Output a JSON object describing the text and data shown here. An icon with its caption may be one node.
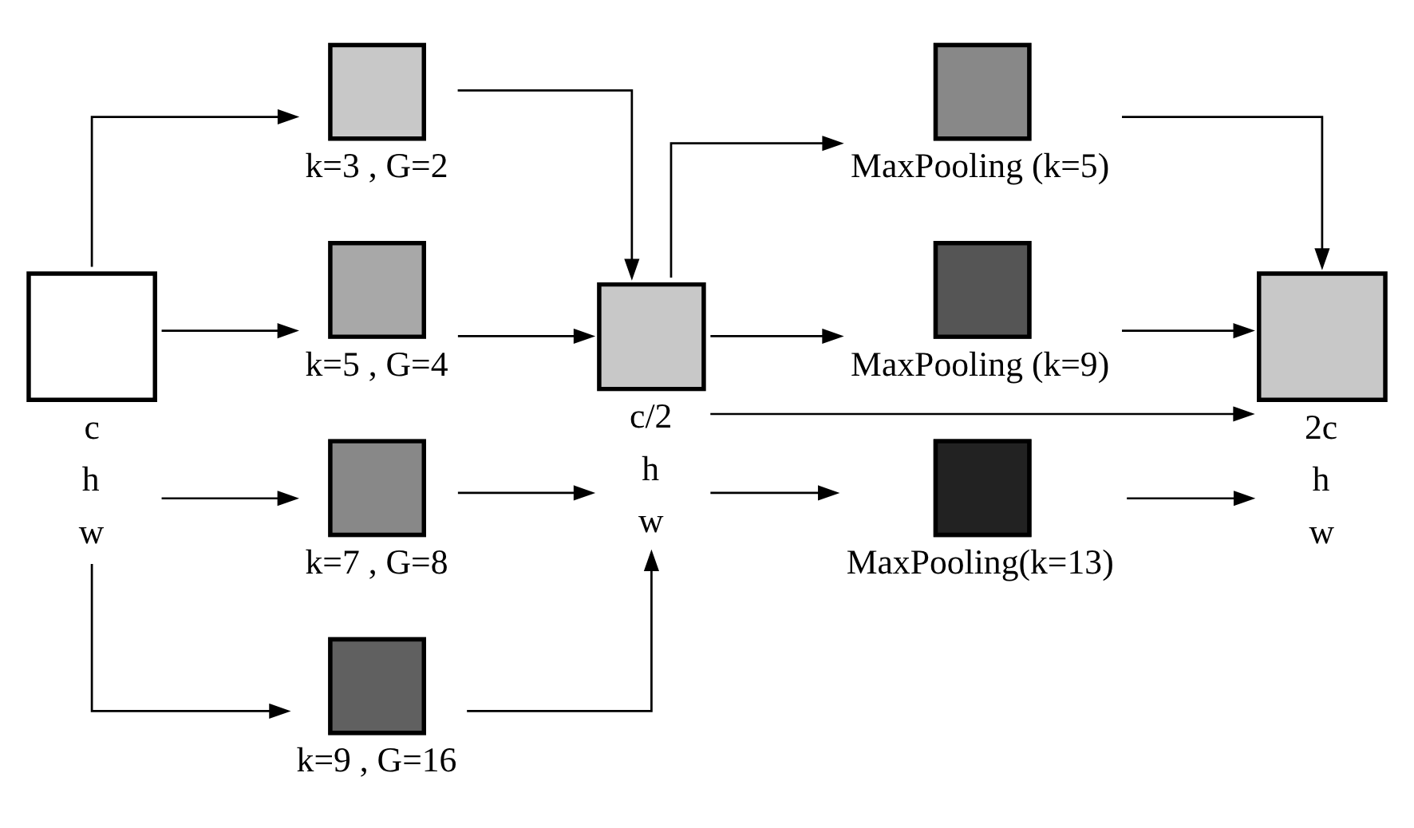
{
  "diagram": {
    "nodes": [
      {
        "text": [],
        "shape": "box",
        "beside": [
          "c",
          "h",
          "w"
        ]
      },
      {
        "text": [],
        "shape": "box",
        "beside": [
          "k=3 , G=2"
        ]
      },
      {
        "text": [],
        "shape": "box",
        "beside": [
          "k=5 , G=4"
        ]
      },
      {
        "text": [],
        "shape": "box",
        "beside": [
          "k=7 , G=8"
        ]
      },
      {
        "text": [],
        "shape": "box",
        "beside": [
          "k=9 , G=16"
        ]
      },
      {
        "text": [],
        "shape": "box",
        "beside": [
          "c/2",
          "h",
          "w"
        ]
      },
      {
        "text": [],
        "shape": "box",
        "beside": [
          "MaxPooling (k=5)"
        ]
      },
      {
        "text": [],
        "shape": "box",
        "beside": [
          "MaxPooling (k=9)"
        ]
      },
      {
        "text": [],
        "shape": "box",
        "beside": [
          "MaxPooling(k=13)"
        ]
      },
      {
        "text": [],
        "shape": "box",
        "beside": [
          "2c",
          "h",
          "w"
        ]
      }
    ],
    "edges": [
      {
        "from": 0,
        "to": 1,
        "arrow": "to"
      },
      {
        "from": 0,
        "to": 2,
        "arrow": "to"
      },
      {
        "from": 0,
        "to": 3,
        "arrow": "to"
      },
      {
        "from": 0,
        "to": 4,
        "arrow": "to"
      },
      {
        "from": 1,
        "to": 5,
        "arrow": "to"
      },
      {
        "from": 2,
        "to": 5,
        "arrow": "to"
      },
      {
        "from": 3,
        "to": 5,
        "arrow": "to"
      },
      {
        "from": 4,
        "to": 5,
        "arrow": "to"
      },
      {
        "from": 5,
        "to": 9,
        "arrow": "to"
      },
      {
        "from": 5,
        "to": 6,
        "arrow": "to"
      },
      {
        "from": 5,
        "to": 7,
        "arrow": "to"
      },
      {
        "from": 5,
        "to": 8,
        "arrow": "to"
      },
      {
        "from": 6,
        "to": 9,
        "arrow": "to"
      },
      {
        "from": 7,
        "to": 9,
        "arrow": "to"
      },
      {
        "from": 8,
        "to": 9,
        "arrow": "to"
      }
    ]
  }
}
